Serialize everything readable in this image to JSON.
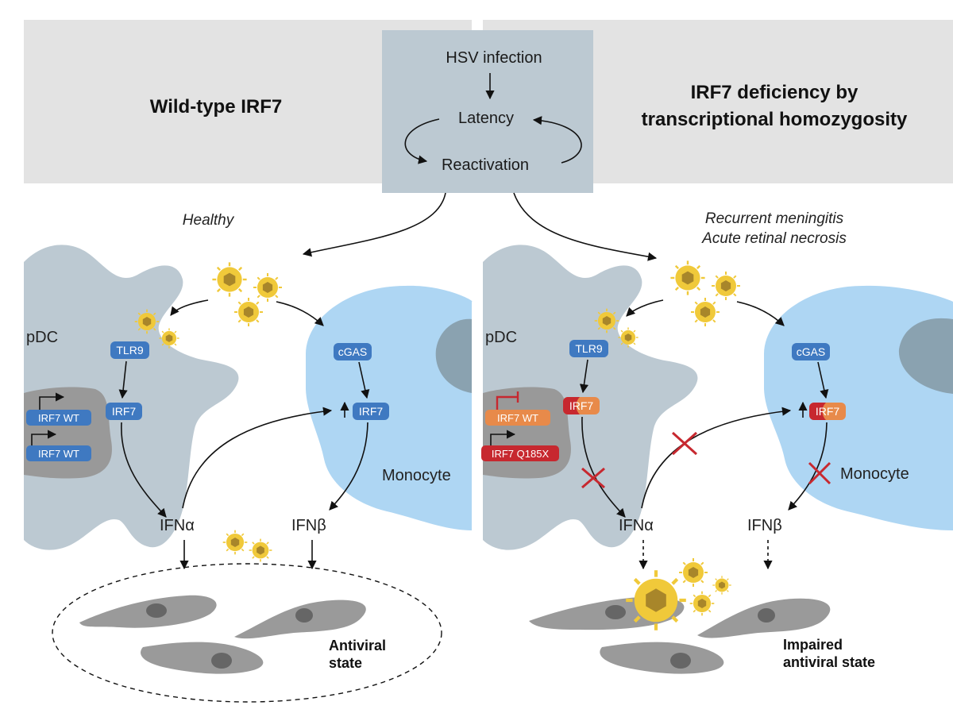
{
  "header": {
    "left_title": "Wild-type IRF7",
    "right_title_line1": "IRF7 deficiency by",
    "right_title_line2": "transcriptional homozygosity"
  },
  "cycle": {
    "infection": "HSV infection",
    "latency": "Latency",
    "reactivation": "Reactivation"
  },
  "left_panel": {
    "phenotype": "Healthy",
    "pdc_label": "pDC",
    "monocyte_label": "Monocyte",
    "tlr9": "TLR9",
    "irf7_pdc": "IRF7",
    "cgas": "cGAS",
    "irf7_mono": "IRF7",
    "allele1": "IRF7 WT",
    "allele2": "IRF7 WT",
    "ifna": "IFNα",
    "ifnb": "IFNβ",
    "outcome_line1": "Antiviral",
    "outcome_line2": "state"
  },
  "right_panel": {
    "phenotype_line1": "Recurrent meningitis",
    "phenotype_line2": "Acute retinal necrosis",
    "pdc_label": "pDC",
    "monocyte_label": "Monocyte",
    "tlr9": "TLR9",
    "irf7_pdc": "IRF7",
    "cgas": "cGAS",
    "irf7_mono": "IRF7",
    "allele1": "IRF7 WT",
    "allele2": "IRF7 Q185X",
    "ifna": "IFNα",
    "ifnb": "IFNβ",
    "outcome_line1": "Impaired",
    "outcome_line2": "antiviral state"
  },
  "colors": {
    "header_bg": "#e3e3e3",
    "cycle_box": "#bcc9d2",
    "pdc": "#bcc9d2",
    "pdc_nucleus": "#999999",
    "monocyte": "#aed6f3",
    "mono_nucleus": "#8aa2b0",
    "pill_blue": "#3f79c1",
    "pill_orange": "#e88a4a",
    "pill_red": "#c7282f",
    "virus": "#f0c93a",
    "cell_gray": "#9a9a9a",
    "inhibit_red": "#c7282f"
  }
}
